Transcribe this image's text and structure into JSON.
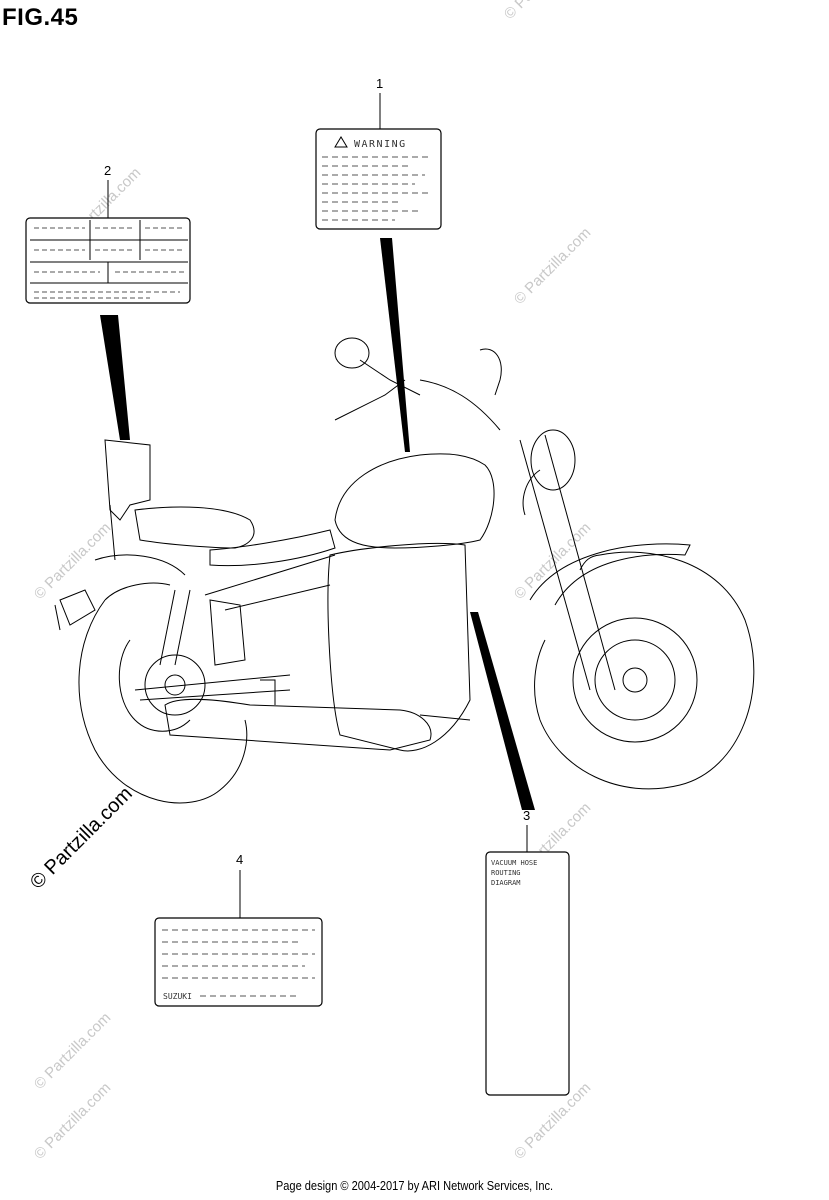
{
  "figure": {
    "title": "FIG.45"
  },
  "callouts": [
    "1",
    "2",
    "3",
    "4"
  ],
  "labels": {
    "warning_heading": "WARNING",
    "vacuum_hose_text": [
      "VACUUM HOSE",
      "ROUTING",
      "DIAGRAM"
    ],
    "brand": "SUZUKI"
  },
  "watermark": {
    "small": "© Partzilla.com",
    "large": "© Partzilla.com"
  },
  "footer": {
    "text": "Page design © 2004-2017 by ARI Network Services, Inc."
  }
}
